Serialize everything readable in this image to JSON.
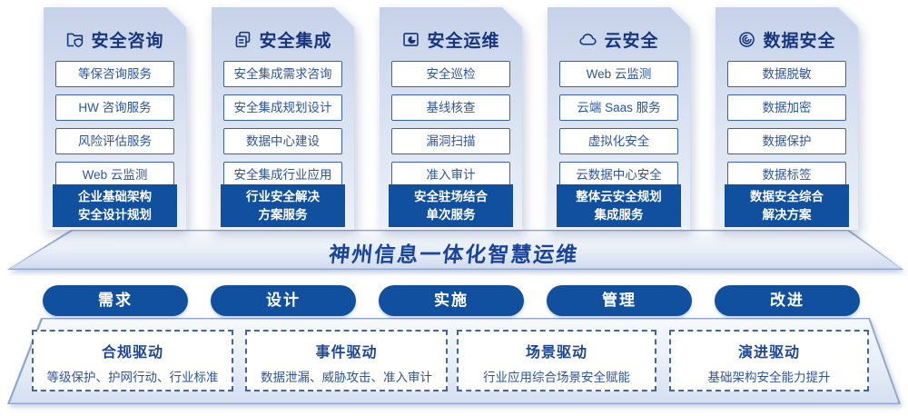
{
  "banner": {
    "title": "神州信息一体化智慧运维"
  },
  "columns": [
    {
      "title": "安全咨询",
      "icon": "folder-shield-icon",
      "items": [
        "等保咨询服务",
        "HW 咨询服务",
        "风险评估服务",
        "Web 云监测"
      ],
      "highlight": {
        "line1": "企业基础架构",
        "line2": "安全设计规划"
      }
    },
    {
      "title": "安全集成",
      "icon": "copy-document-icon",
      "items": [
        "安全集成需求咨询",
        "安全集成规划设计",
        "数据中心建设",
        "安全集成行业应用"
      ],
      "highlight": {
        "line1": "行业安全解决",
        "line2": "方案服务"
      }
    },
    {
      "title": "安全运维",
      "icon": "monitor-pie-icon",
      "items": [
        "安全巡检",
        "基线核查",
        "漏洞扫描",
        "准入审计"
      ],
      "highlight": {
        "line1": "安全驻场结合",
        "line2": "单次服务"
      }
    },
    {
      "title": "云安全",
      "icon": "cloud-icon",
      "items": [
        "Web 云监测",
        "云端 Saas 服务",
        "虚拟化安全",
        "云数据中心安全"
      ],
      "highlight": {
        "line1": "整体云安全规划",
        "line2": "集成服务"
      }
    },
    {
      "title": "数据安全",
      "icon": "fingerprint-icon",
      "items": [
        "数据脱敏",
        "数据加密",
        "数据保护",
        "数据标签"
      ],
      "highlight": {
        "line1": "数据安全综合",
        "line2": "解决方案"
      }
    }
  ],
  "process_pills": [
    "需求",
    "设计",
    "实施",
    "管理",
    "改进"
  ],
  "drivers": [
    {
      "title": "合规驱动",
      "subtitle": "等级保护、护网行动、行业标准"
    },
    {
      "title": "事件驱动",
      "subtitle": "数据泄漏、威胁攻击、准入审计"
    },
    {
      "title": "场景驱动",
      "subtitle": "行业应用综合场景安全赋能"
    },
    {
      "title": "演进驱动",
      "subtitle": "基础架构安全能力提升"
    }
  ],
  "colors": {
    "primary_dark_blue": "#11509f",
    "navy_text": "#17357e",
    "item_text_blue": "#2c55a0",
    "item_border_blue": "#3a62ac",
    "dashed_border_blue": "#3c66b0"
  }
}
